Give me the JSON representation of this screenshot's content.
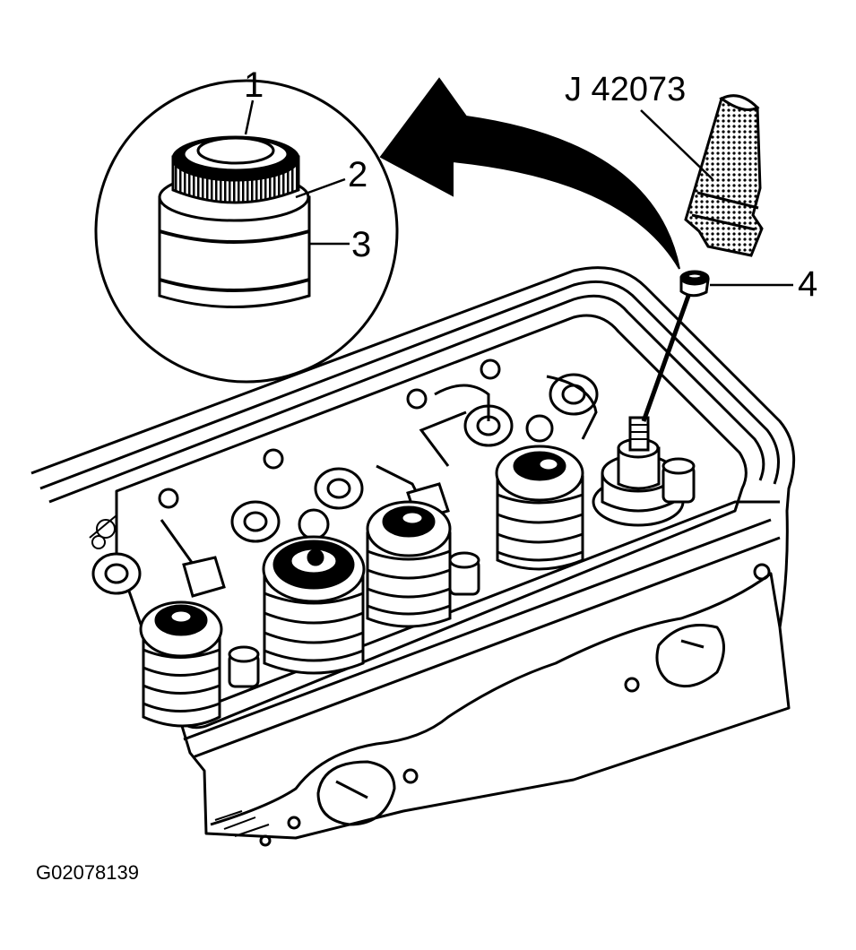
{
  "diagram": {
    "callouts": {
      "c1": "1",
      "c2": "2",
      "c3": "3",
      "c4": "4"
    },
    "tool_label": "J 42073",
    "figure_id": "G02078139"
  },
  "colors": {
    "ink": "#000000",
    "paper": "#ffffff"
  }
}
